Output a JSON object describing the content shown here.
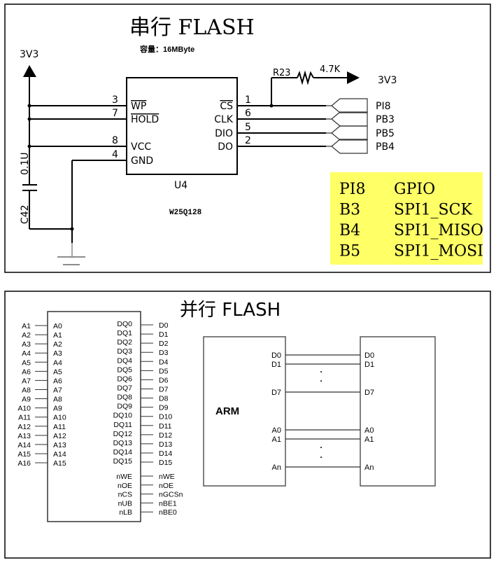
{
  "serial": {
    "title": "串行 FLASH",
    "capacity_label": "容量：",
    "capacity_value": "16MByte",
    "power_label": "3V3",
    "cap_value": "0.1U",
    "cap_ref": "C42",
    "chip_ref": "U4",
    "chip_part": "W25Q128",
    "left_pins": [
      {
        "num": "3",
        "name": "WP",
        "overline": true
      },
      {
        "num": "7",
        "name": "HOLD",
        "overline": true
      },
      {
        "num": "8",
        "name": "VCC",
        "overline": false
      },
      {
        "num": "4",
        "name": "GND",
        "overline": false
      }
    ],
    "right_pins": [
      {
        "num": "1",
        "name": "CS",
        "overline": true,
        "net": "PI8"
      },
      {
        "num": "6",
        "name": "CLK",
        "overline": false,
        "net": "PB3"
      },
      {
        "num": "5",
        "name": "DIO",
        "overline": false,
        "net": "PB5"
      },
      {
        "num": "2",
        "name": "DO",
        "overline": false,
        "net": "PB4"
      }
    ],
    "resistor_ref": "R23",
    "resistor_value": "4.7K",
    "pullup_label": "3V3",
    "pin_table": [
      [
        "PI8",
        "GPIO"
      ],
      [
        "B3",
        "SPI1_SCK"
      ],
      [
        "B4",
        "SPI1_MISO"
      ],
      [
        "B5",
        "SPI1_MOSI"
      ]
    ],
    "table_color": "#ffff66"
  },
  "parallel": {
    "title": "并行 FLASH",
    "left_nets": [
      "A1",
      "A2",
      "A3",
      "A4",
      "A5",
      "A6",
      "A7",
      "A8",
      "A9",
      "A10",
      "A11",
      "A12",
      "A13",
      "A14",
      "A15",
      "A16"
    ],
    "left_pins": [
      "A0",
      "A1",
      "A2",
      "A3",
      "A4",
      "A5",
      "A6",
      "A7",
      "A8",
      "A9",
      "A10",
      "A11",
      "A12",
      "A13",
      "A14",
      "A15"
    ],
    "right_pins": [
      "DQ0",
      "DQ1",
      "DQ2",
      "DQ3",
      "DQ4",
      "DQ5",
      "DQ6",
      "DQ7",
      "DQ8",
      "DQ9",
      "DQ10",
      "DQ11",
      "DQ12",
      "DQ13",
      "DQ14",
      "DQ15"
    ],
    "right_nets": [
      "D0",
      "D1",
      "D2",
      "D3",
      "D4",
      "D5",
      "D6",
      "D7",
      "D8",
      "D9",
      "D10",
      "D11",
      "D12",
      "D13",
      "D14",
      "D15"
    ],
    "ctrl_pins": [
      "nWE",
      "nOE",
      "nCS",
      "nUB",
      "nLB"
    ],
    "ctrl_nets": [
      "nWE",
      "nOE",
      "nGCSn",
      "nBE1",
      "nBE0"
    ],
    "arm_label": "ARM",
    "bus_signals": [
      "D0",
      "D1",
      "D7",
      "A0",
      "A1",
      "An"
    ],
    "ellipsis": "."
  }
}
